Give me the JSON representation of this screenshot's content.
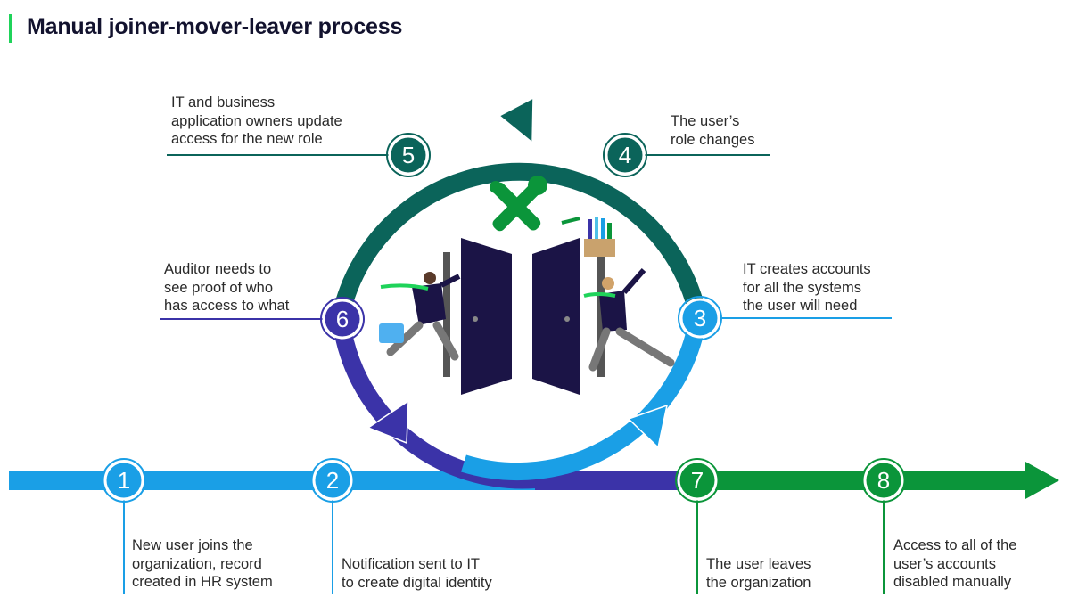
{
  "title": "Manual joiner-mover-leaver process",
  "colors": {
    "accent_bar": "#1fd35a",
    "light_blue": "#1a9fe6",
    "indigo": "#3b33a8",
    "teal": "#0b645a",
    "green": "#0b953a",
    "door": "#1b1446"
  },
  "steps": [
    {
      "number": "1",
      "text": "New user joins the\norganization, record\ncreated in HR system"
    },
    {
      "number": "2",
      "text": "Notification sent to IT\nto create digital identity"
    },
    {
      "number": "3",
      "text": "IT creates accounts\nfor all the systems\nthe user will need"
    },
    {
      "number": "4",
      "text": "The user’s\nrole changes"
    },
    {
      "number": "5",
      "text": "IT and business\napplication owners update\naccess for the new role"
    },
    {
      "number": "6",
      "text": "Auditor needs to\nsee proof of who\nhas access to what"
    },
    {
      "number": "7",
      "text": "The user leaves\nthe organization"
    },
    {
      "number": "8",
      "text": "Access to all of the\nuser’s accounts\ndisabled manually"
    }
  ],
  "illustration": {
    "icons": [
      "tools-icon",
      "door-left-icon",
      "door-right-icon",
      "person-joining-icon",
      "person-leaving-icon",
      "briefcase-icon",
      "box-of-belongings-icon"
    ]
  }
}
